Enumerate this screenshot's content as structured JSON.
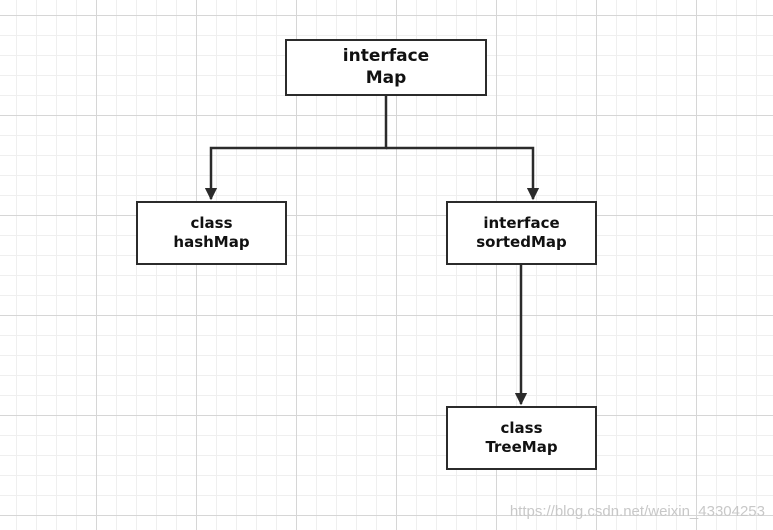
{
  "diagram": {
    "nodes": {
      "map": {
        "line1": "interface",
        "line2": "Map"
      },
      "hashmap": {
        "line1": "class",
        "line2": "hashMap"
      },
      "sortedmap": {
        "line1": "interface",
        "line2": "sortedMap"
      },
      "treemap": {
        "line1": "class",
        "line2": "TreeMap"
      }
    },
    "edges": [
      {
        "from": "map",
        "to": "hashmap"
      },
      {
        "from": "map",
        "to": "sortedmap"
      },
      {
        "from": "sortedmap",
        "to": "treemap"
      }
    ]
  },
  "watermark": "https://blog.csdn.net/weixin_43304253",
  "colors": {
    "stroke": "#2b2b2b",
    "grid_major": "#d6d6d6",
    "grid_minor": "#efefef"
  }
}
